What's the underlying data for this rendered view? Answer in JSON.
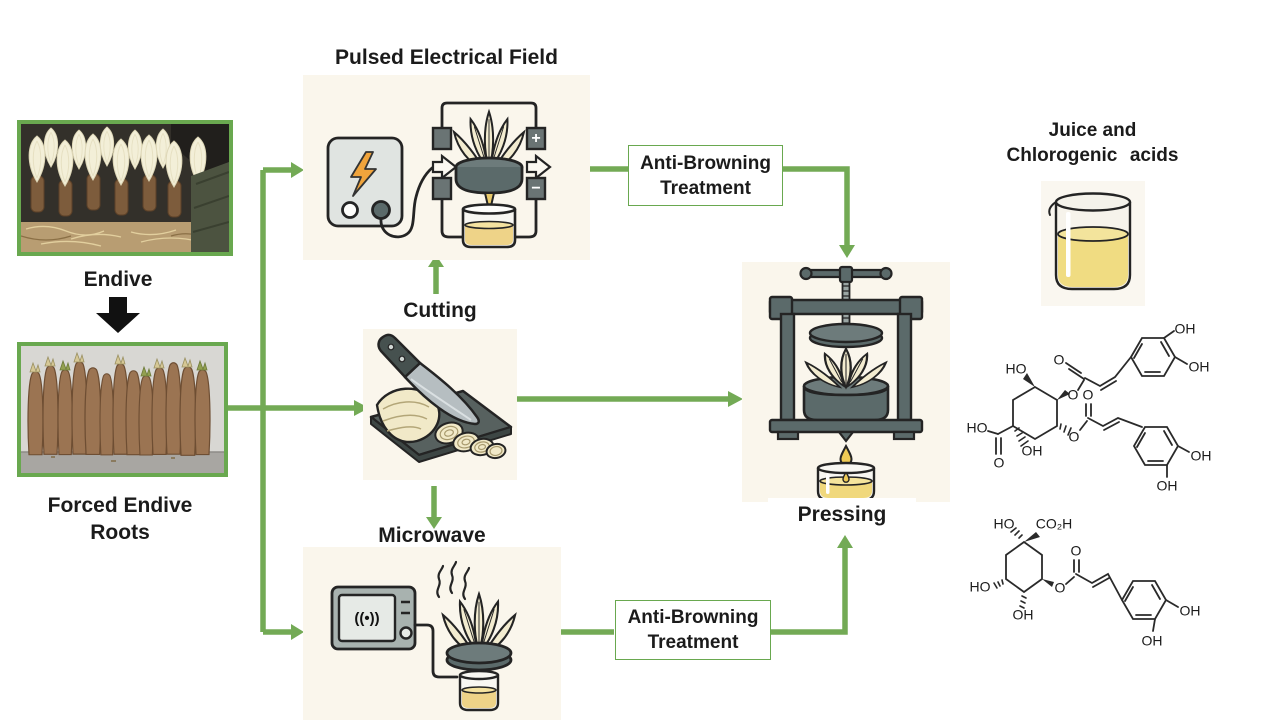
{
  "colors": {
    "green": "#73aa55",
    "photo_border": "#69a84f",
    "ink": "#1b1b1b",
    "cream": "#faf6ec",
    "leaf_cream": "#f3ecd0",
    "juice_yellow": "#f0d87c",
    "dark_gray": "#5b6a6a",
    "light_gray": "#e0e4e1",
    "lightning_orange": "#f0a43c"
  },
  "diagram": {
    "source": {
      "endive_label": "Endive",
      "roots_label_line1": "Forced Endive",
      "roots_label_line2": "Roots"
    },
    "treatments": {
      "pef_title": "Pulsed Electrical Field",
      "cutting_title": "Cutting",
      "microwave_title": "Microwave"
    },
    "anti_browning": {
      "line1": "Anti-Browning",
      "line2": "Treatment"
    },
    "pressing_title": "Pressing",
    "output": {
      "title_line1": "Juice and",
      "title_line2": "Chlorogenic acids"
    },
    "pef_symbols": {
      "plus": "+",
      "minus": "−"
    },
    "microwave_symbols": {
      "display": "((•))"
    }
  },
  "molecules": {
    "m1": {
      "name": "dicaffeoylquinic acid structure",
      "labels": [
        "HO",
        "O",
        "O",
        "OH",
        "OH",
        "HO",
        "O",
        "OH",
        "O",
        "O",
        "OH",
        "OH"
      ]
    },
    "m2": {
      "name": "chlorogenic acid structure",
      "labels": [
        "HO",
        "CO₂H",
        "HO",
        "OH",
        "O",
        "O",
        "OH",
        "OH"
      ]
    }
  }
}
